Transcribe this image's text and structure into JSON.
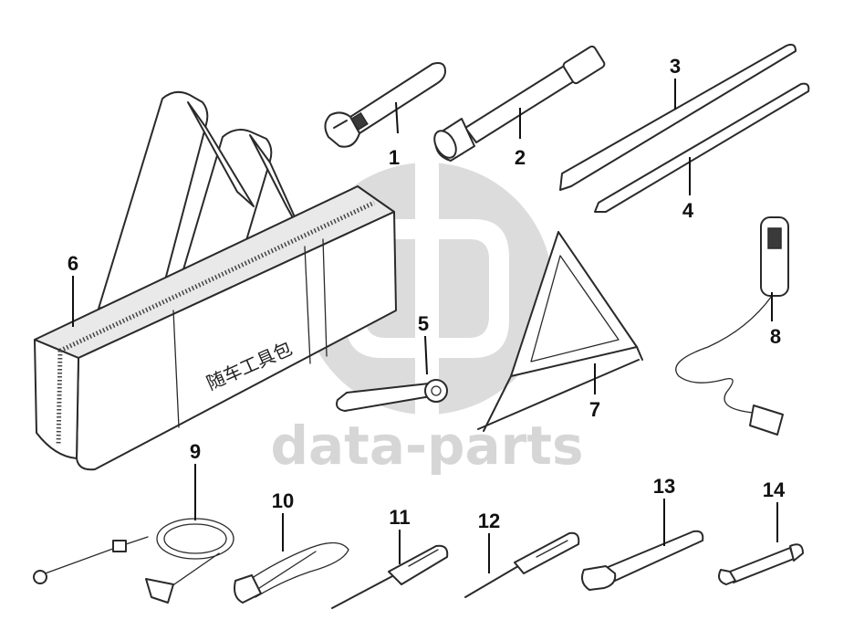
{
  "watermark": {
    "text": "data-parts"
  },
  "bag": {
    "label": "随车工具包"
  },
  "callouts": [
    {
      "id": "1",
      "label": "1"
    },
    {
      "id": "2",
      "label": "2"
    },
    {
      "id": "3",
      "label": "3"
    },
    {
      "id": "4",
      "label": "4"
    },
    {
      "id": "5",
      "label": "5"
    },
    {
      "id": "6",
      "label": "6"
    },
    {
      "id": "7",
      "label": "7"
    },
    {
      "id": "8",
      "label": "8"
    },
    {
      "id": "9",
      "label": "9"
    },
    {
      "id": "10",
      "label": "10"
    },
    {
      "id": "11",
      "label": "11"
    },
    {
      "id": "12",
      "label": "12"
    },
    {
      "id": "13",
      "label": "13"
    },
    {
      "id": "14",
      "label": "14"
    }
  ],
  "colors": {
    "line": "#2a2a2a",
    "watermark": "#d6d6d6",
    "background": "#ffffff"
  }
}
